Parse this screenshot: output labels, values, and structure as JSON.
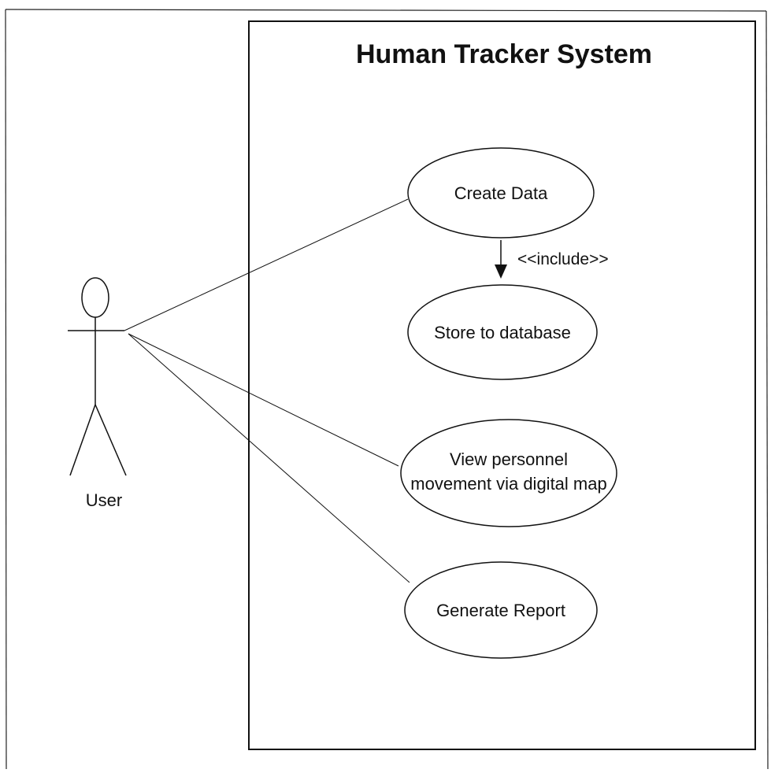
{
  "system": {
    "title": "Human Tracker System"
  },
  "actor": {
    "label": "User"
  },
  "use_cases": {
    "create_data": "Create Data",
    "store_to_database": "Store to database",
    "view_movement_line1": "View personnel",
    "view_movement_line2": "movement via digital map",
    "generate_report": "Generate Report"
  },
  "relationships": {
    "include_label": "<<include>>"
  },
  "colors": {
    "line": "#111111",
    "background": "#ffffff"
  }
}
